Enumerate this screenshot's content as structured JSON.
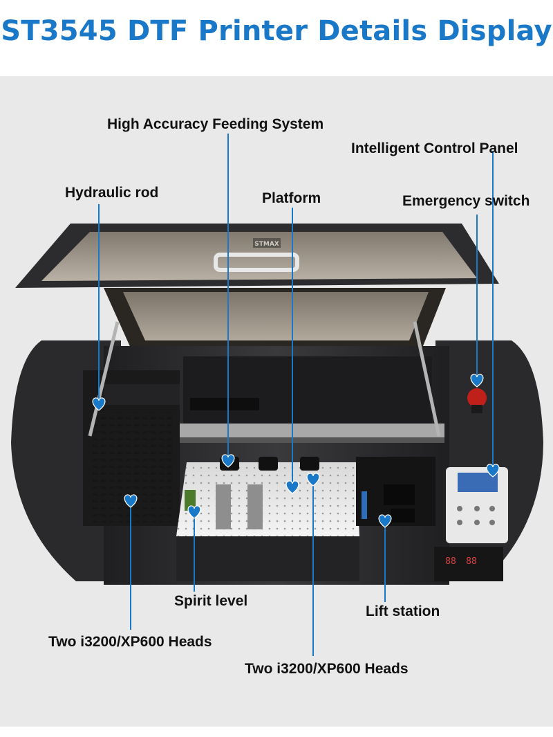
{
  "title": "ST3545 DTF Printer Details Display",
  "brand_plate": "STMAX",
  "colors": {
    "title": "#1a78c8",
    "pointer": "#1a78c8",
    "background": "#e9e9e9",
    "machine": "#2c2c2e"
  },
  "labels": {
    "feeding_system": "High Accuracy Feeding System",
    "control_panel": "Intelligent Control Panel",
    "hydraulic_rod": "Hydraulic rod",
    "platform": "Platform",
    "emergency_switch": "Emergency switch",
    "spirit_level": "Spirit level",
    "lift_station": "Lift station",
    "heads_left": "Two i3200/XP600 Heads",
    "heads_right": "Two i3200/XP600 Heads"
  },
  "panel_display": {
    "left": "88",
    "right": "88"
  },
  "icons": [
    "heart-marker-icon"
  ]
}
